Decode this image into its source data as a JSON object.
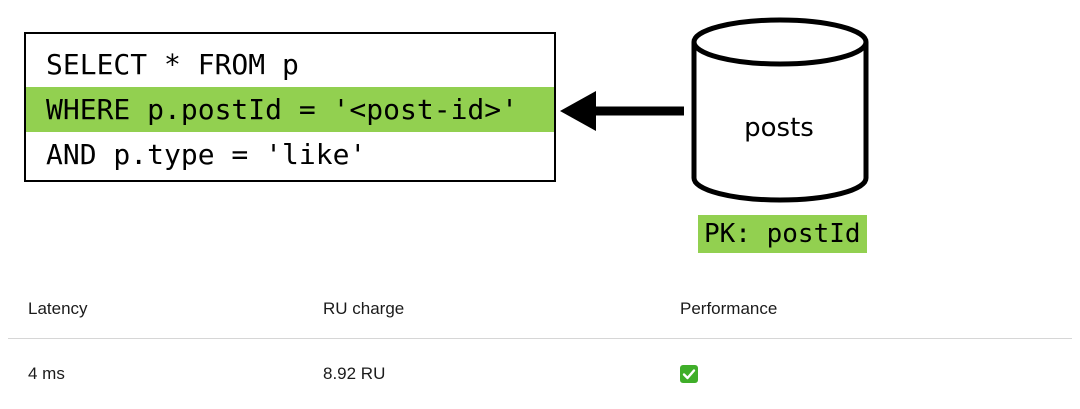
{
  "query": {
    "line1": "SELECT * FROM p",
    "line2": "WHERE p.postId = '<post-id>'",
    "line3": "AND p.type = 'like'"
  },
  "container": {
    "name": "posts",
    "partition_key": "PK: postId"
  },
  "colors": {
    "highlight": "#92d050",
    "check": "#3fae29"
  },
  "results": {
    "headers": [
      "Latency",
      "RU charge",
      "Performance"
    ],
    "row": {
      "latency": "4 ms",
      "ru_charge": "8.92 RU",
      "performance_icon": "check-mark-icon"
    }
  }
}
